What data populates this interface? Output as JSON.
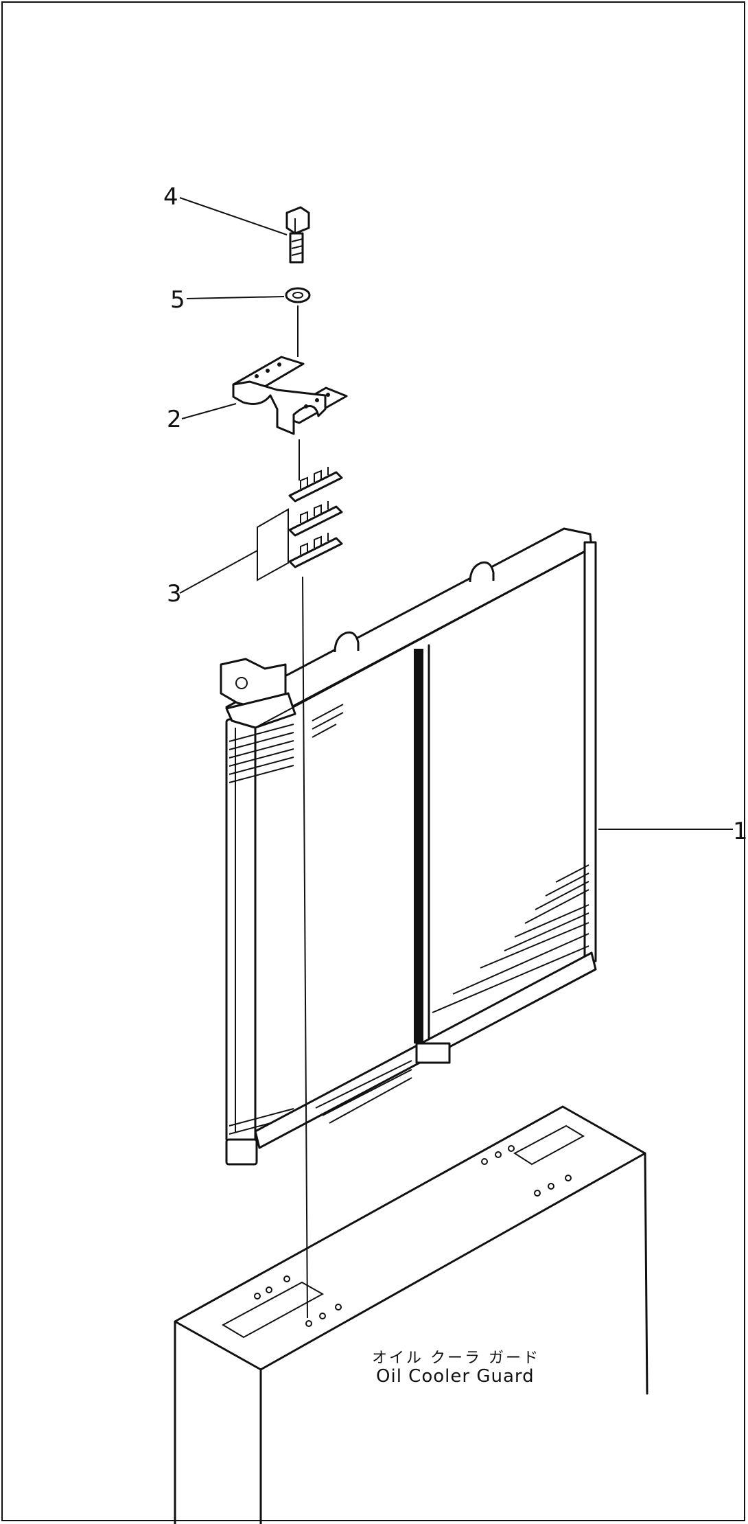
{
  "diagram": {
    "callouts": [
      {
        "id": "1",
        "label": "1"
      },
      {
        "id": "2",
        "label": "2"
      },
      {
        "id": "3",
        "label": "3"
      },
      {
        "id": "4",
        "label": "4"
      },
      {
        "id": "5",
        "label": "5"
      }
    ],
    "caption": {
      "japanese": "オイル クーラ ガード",
      "english": "Oil Cooler Guard"
    }
  }
}
